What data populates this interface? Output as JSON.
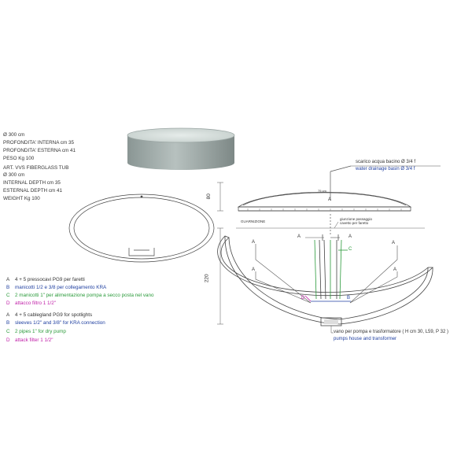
{
  "spec_it": {
    "diameter": "Ø 300 cm",
    "inner_depth": "PROFONDITA' INTERNA cm 35",
    "outer_depth": "PROFONDITA' ESTERNA cm 41",
    "weight": "PESO Kg 100"
  },
  "spec_en": {
    "art": "ART. VVS FIBERGLASS TUB",
    "diameter": "Ø 300 cm",
    "inner_depth": "INTERNAL DEPTH cm 35",
    "outer_depth": "ESTERNAL DEPTH cm 41",
    "weight": "WEIGHT Kg 100"
  },
  "legend_it": [
    {
      "key": "A",
      "text": "4 + 5 pressocavi PG9 per faretti",
      "color": "#333333"
    },
    {
      "key": "B",
      "text": "manicotti 1/2 e 3/8 per collegamento KRA",
      "color": "#1f3fa0"
    },
    {
      "key": "C",
      "text": "2 manicotti 1\" per alimentazione pompa a secco posta nel vano",
      "color": "#2a9a3a"
    },
    {
      "key": "D",
      "text": "attacco filtro 1 1/2\"",
      "color": "#c01fa8"
    }
  ],
  "legend_en": [
    {
      "key": "A",
      "text": "4 + 5 cablegland PG9 for spotlights",
      "color": "#333333"
    },
    {
      "key": "B",
      "text": "sleeves 1/2\" and 3/8\" for KRA connection",
      "color": "#1f3fa0"
    },
    {
      "key": "C",
      "text": "2 pipes 1\" for dry pump",
      "color": "#2a9a3a"
    },
    {
      "key": "D",
      "text": "attack filter 1 1/2\"",
      "color": "#c01fa8"
    }
  ],
  "callouts": {
    "drain_it": "scarico acqua bacino Ø 3/4 f",
    "drain_en": "water drainage basin Ø 3/4 f",
    "cable_pass_1": "giunzione passaggio",
    "cable_pass_2": "cavetto per faretto",
    "gasket": "GUARNIZIONE",
    "pump_it": "vano per pompa e trasformatore ( H cm 30, L59, P 32 )",
    "pump_en": "pumps house and transformer",
    "small_dim": "75 cm"
  },
  "dimensions": {
    "top": "80",
    "side": "220"
  },
  "markers": {
    "a": "A",
    "b": "B",
    "c": "C",
    "d": "D"
  }
}
